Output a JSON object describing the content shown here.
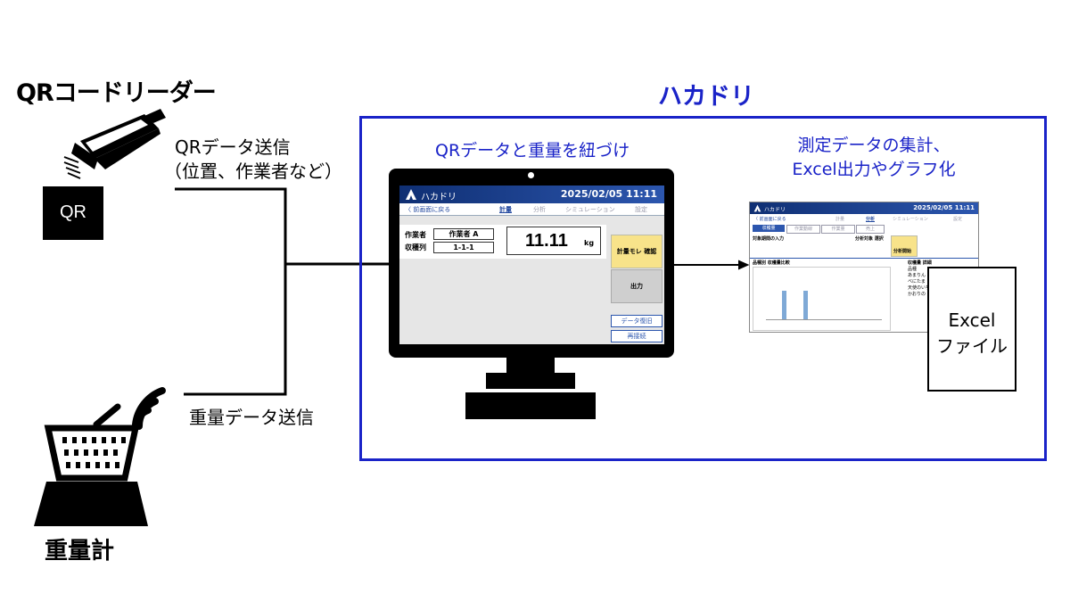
{
  "left": {
    "qr_reader_title": "QRコードリーダー",
    "qr_label": "QR",
    "qr_send_line1": "QRデータ送信",
    "qr_send_line2": "（位置、作業者など）",
    "weight_send": "重量データ送信",
    "scale_title": "重量計"
  },
  "hakadori": {
    "title": "ハカドリ",
    "link_caption": "QRデータと重量を紐づけ",
    "agg_caption_line1": "測定データの集計、",
    "agg_caption_line2": "Excel出力やグラフ化",
    "excel_line1": "Excel",
    "excel_line2": "ファイル"
  },
  "app": {
    "name": "ハカドリ",
    "datetime": "2025/02/05 11:11",
    "back": "〈 前画面に戻る",
    "tabs": [
      "計量",
      "分析",
      "シミュレーション",
      "設定"
    ],
    "worker_label": "作業者",
    "worker_value": "作業者 A",
    "row_label": "収穫列",
    "row_value": "1-1-1",
    "weight_value": "11.11",
    "weight_unit": "kg",
    "btn_check": "計量モレ 確認",
    "btn_output": "出力",
    "btn_restore": "データ復旧",
    "btn_reconnect": "再接続"
  },
  "dashboard": {
    "name": "ハカドリ",
    "datetime": "2025/02/05 11:11",
    "back": "〈 前画面に戻る",
    "tabs": [
      "計量",
      "分析",
      "シミュレーション",
      "設定"
    ],
    "subtabs": [
      "収穫量",
      "作業動線",
      "作業量",
      "売上"
    ],
    "period_label": "対象期間の入力",
    "target_label": "分析対象 選択",
    "analyze_btn": "分析開始",
    "chart_title": "品種別 収穫量比較",
    "detail_title": "収穫量 詳細",
    "detail_rows": [
      "品種",
      "あまりん",
      "べにたま",
      "天使のいち",
      "かおりの"
    ],
    "colors": {
      "bar": "#7fa9d6",
      "accent": "#2c56ae",
      "btn_yellow": "#f8e38a"
    }
  }
}
